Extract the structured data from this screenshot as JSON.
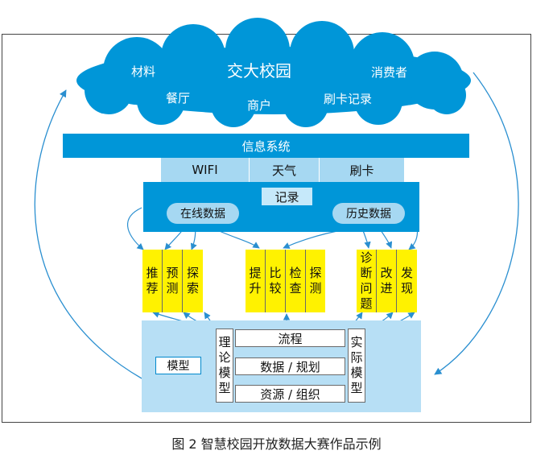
{
  "cloud": {
    "title": "交大校园",
    "items": [
      "材料",
      "消费者",
      "餐厅",
      "商户",
      "刷卡记录"
    ]
  },
  "info_system": {
    "label": "信息系统",
    "sources": [
      "WIFI",
      "天气",
      "刷卡"
    ]
  },
  "records": {
    "label": "记录",
    "online": "在线数据",
    "history": "历史数据"
  },
  "groups": [
    {
      "columns": [
        [
          "推",
          "荐"
        ],
        [
          "预",
          "测"
        ],
        [
          "探",
          "索"
        ]
      ]
    },
    {
      "columns": [
        [
          "提",
          "升"
        ],
        [
          "比",
          "较"
        ],
        [
          "检",
          "查"
        ],
        [
          "探",
          "测"
        ]
      ]
    },
    {
      "columns": [
        [
          "诊",
          "断",
          "问",
          "题"
        ],
        [
          "改",
          "进"
        ],
        [
          "发",
          "现"
        ]
      ]
    }
  ],
  "model": {
    "label": "模型",
    "theory": [
      "理",
      "论",
      "模",
      "型"
    ],
    "actual": [
      "实",
      "际",
      "模",
      "型"
    ],
    "flow": "流程",
    "data_plan": "数据 / 规划",
    "resource_org": "资源 / 组织"
  },
  "caption": "图 2 智慧校园开放数据大赛作品示例",
  "colors": {
    "blue": "#0096d8",
    "light_blue": "#a6d8f2",
    "yellow": "#fff200",
    "model_bg": "#b7dff5"
  }
}
